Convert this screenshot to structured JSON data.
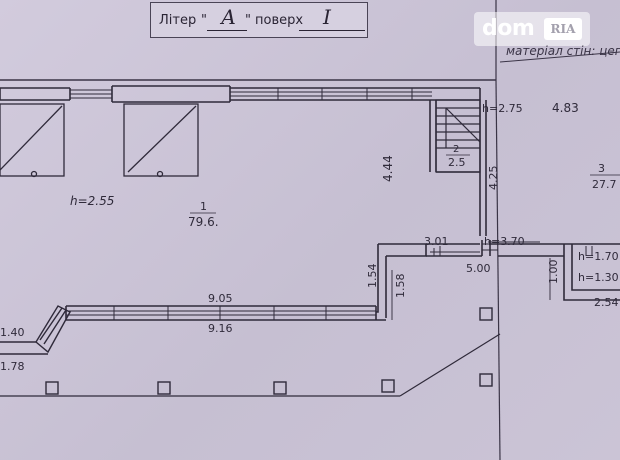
{
  "header": {
    "liter_label": "Літер",
    "liter_value": "А",
    "floor_label": "поверх",
    "floor_value": "I",
    "quote_open": "\"",
    "quote_close": "\""
  },
  "watermark": {
    "dom": "dom",
    "ria": "RIA"
  },
  "wall_material_label": "матеріал стін: цеглa",
  "rooms": [
    {
      "number": "1",
      "area": "79.6."
    },
    {
      "number": "2",
      "area": "2.5"
    },
    {
      "number": "3",
      "area": "27.7"
    }
  ],
  "heights": {
    "main": "h=2.55",
    "stair": "h=2.75",
    "passage": "h=3.70",
    "right_upper": "h=1.70",
    "right_lower": "h=1.30"
  },
  "dimensions": {
    "d483": "4.83",
    "d444": "4.44",
    "d425": "4.25",
    "d301": "3.01",
    "d500": "5.00",
    "d154": "1.54",
    "d158": "1.58",
    "d100": "1.00",
    "d254": "2.54",
    "d905": "9.05",
    "d916": "9.16",
    "d140": "1.40",
    "d178": "1.78"
  },
  "colors": {
    "paper": "#cbc4d6",
    "ink": "#2f2a3a"
  }
}
